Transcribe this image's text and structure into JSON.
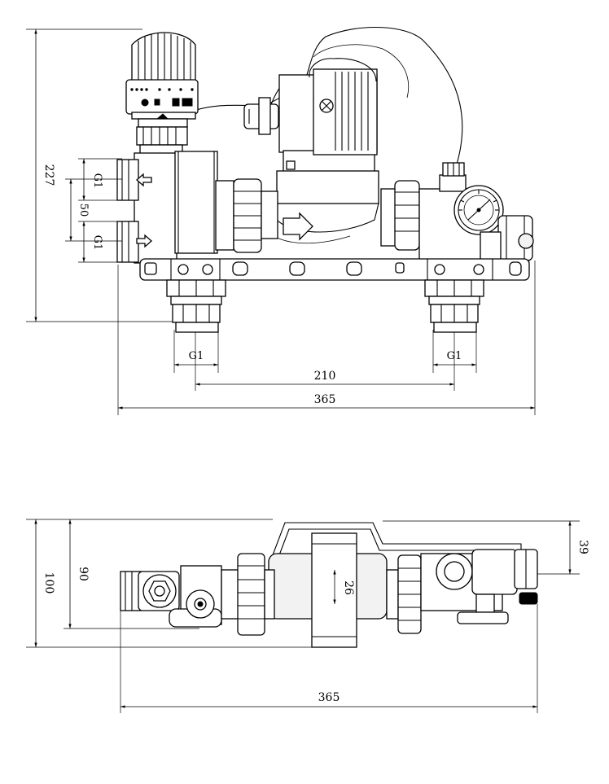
{
  "drawing": {
    "front_view": {
      "dimensions": {
        "overall_height": "227",
        "inlet_thread_upper": "G1",
        "inlet_spacing": "50",
        "inlet_thread_lower": "G1",
        "outlet_thread_left": "G1",
        "outlet_thread_right": "G1",
        "outlet_spacing": "210",
        "overall_width": "365"
      }
    },
    "top_view": {
      "dimensions": {
        "overall_depth": "100",
        "pipe_depth": "90",
        "pump_offset": "26",
        "gauge_height": "39",
        "overall_width": "365"
      }
    }
  }
}
